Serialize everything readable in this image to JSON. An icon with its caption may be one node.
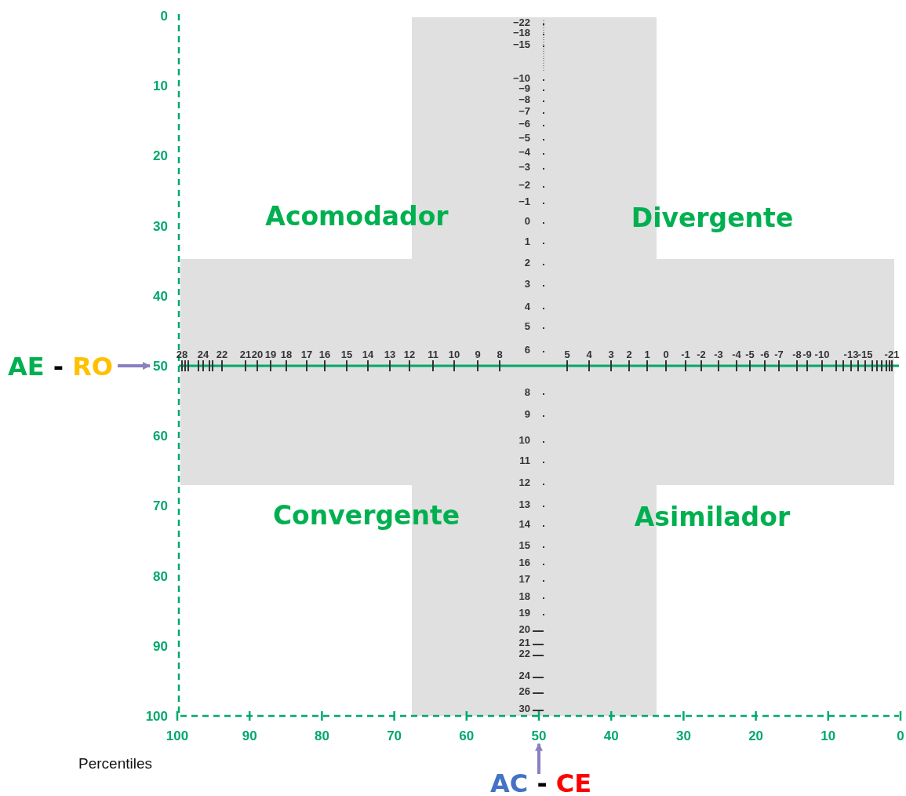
{
  "diagram": {
    "nodes": [
      {
        "text": [
          "AE",
          "-",
          "RO"
        ]
      },
      {
        "text": [
          "AC",
          "-",
          "CE"
        ]
      },
      {
        "text": [
          "50"
        ]
      },
      {
        "text": [
          "50"
        ]
      }
    ],
    "edges": [
      {
        "from": 0,
        "to": 2,
        "arrow": "to"
      },
      {
        "from": 1,
        "to": 3,
        "arrow": "to"
      }
    ],
    "labels": [
      "0",
      "10",
      "20",
      "30",
      "40",
      "60",
      "70",
      "80",
      "90",
      "100",
      "−22",
      "−18",
      "−15",
      "−10",
      "−9",
      "−8",
      "−7",
      "−6",
      "−5",
      "−4",
      "−3",
      "−2",
      "−1",
      "0",
      "1",
      "2",
      "3",
      "4",
      "5",
      "6",
      "8",
      "9",
      "10",
      "11",
      "12",
      "13",
      "14",
      "15",
      "16",
      "17",
      "18",
      "19",
      "20",
      "21",
      "22",
      "24",
      "26",
      "30",
      "Acomodador",
      "Divergente",
      "Convergente",
      "Asimilador",
      "28",
      "24",
      "22",
      "21",
      "20",
      "19",
      "18",
      "17",
      "16",
      "15",
      "14",
      "13",
      "12",
      "11",
      "10",
      "9",
      "8",
      "5",
      "4",
      "3",
      "2",
      "1",
      "0",
      "-1",
      "-2",
      "-3",
      "-4",
      "-5",
      "-6",
      "-7",
      "-8",
      "-9",
      "-10",
      "-13",
      "-15",
      "-21",
      "100",
      "90",
      "80",
      "70",
      "60",
      "40",
      "30",
      "20",
      "10",
      "0",
      "Percentiles"
    ]
  }
}
